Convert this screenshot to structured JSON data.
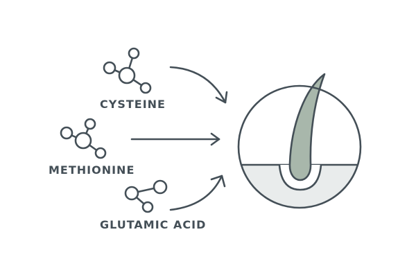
{
  "colors": {
    "stroke": "#444f57",
    "hair_fill": "#a8b7ab",
    "skin_fill": "#e9ecec",
    "background": "#ffffff"
  },
  "molecules": [
    {
      "label": "CYSTEINE"
    },
    {
      "label": "METHIONINE"
    },
    {
      "label": "GLUTAMIC ACID"
    }
  ],
  "icons": {
    "molecule": "molecule-icon",
    "arrow": "arrow-icon",
    "hair_follicle": "hair-follicle-icon"
  }
}
